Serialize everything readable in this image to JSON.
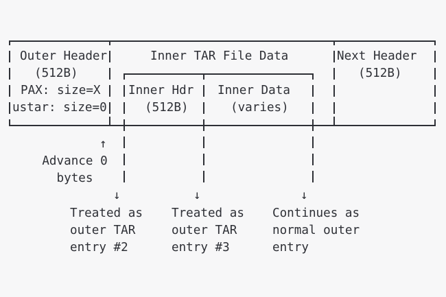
{
  "colors": {
    "background": "#f7f7f8",
    "ink": "#2e3036"
  },
  "diagram": {
    "outer_header": {
      "title": "Outer Header",
      "size": "(512B)",
      "pax": "PAX: size=X",
      "ustar": "ustar: size=0"
    },
    "inner_tar": {
      "title": "Inner TAR File Data",
      "header": {
        "label": "Inner Hdr",
        "size": "(512B)"
      },
      "data": {
        "label": "Inner Data",
        "size": "(varies)"
      }
    },
    "next_header": {
      "title": "Next Header",
      "size": "(512B)"
    },
    "advance": {
      "arrow": "↑",
      "lines": [
        "Advance 0",
        "bytes"
      ]
    },
    "callouts": [
      {
        "arrow": "↓",
        "lines": [
          "Treated as",
          "outer TAR",
          "entry #2"
        ]
      },
      {
        "arrow": "↓",
        "lines": [
          "Treated as",
          "outer TAR",
          "entry #3"
        ]
      },
      {
        "arrow": "↓",
        "lines": [
          "Continues as",
          "normal outer",
          "entry"
        ]
      }
    ]
  }
}
